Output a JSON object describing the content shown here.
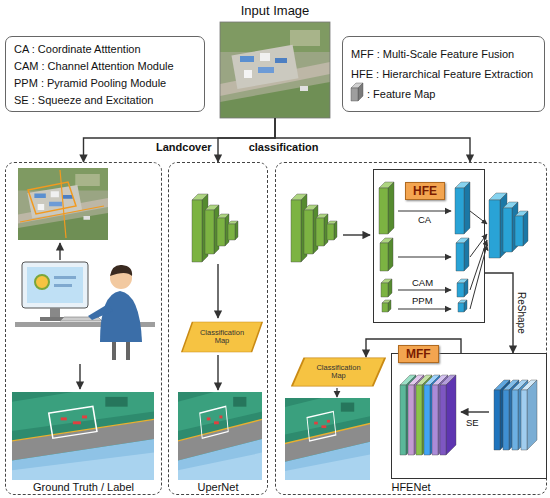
{
  "diagram": {
    "nodes": [
      {
        "text": [
          "CA : Coordinate Atttention",
          "CAM : Channel Attention Module",
          "PPM : Pyramid Pooling Module",
          "SE : Squeeze and Excitation"
        ]
      },
      {
        "text": [
          "Input Image"
        ]
      },
      {
        "text": [
          "MFF : Multi-Scale Feature Fusion",
          "HFE : Hierarchical Feature Extraction",
          ": Feature Map"
        ]
      },
      {
        "text": [
          "Ground Truth / Label"
        ]
      },
      {
        "text": [
          "UperNet"
        ]
      },
      {
        "text": [
          "HFENet"
        ]
      },
      {
        "text": [
          "Classification Map"
        ],
        "in": 4
      },
      {
        "text": [
          "HFE"
        ],
        "in": 5
      },
      {
        "text": [
          "MFF"
        ],
        "in": 5
      },
      {
        "text": [
          "Classification Map"
        ],
        "in": 5
      }
    ],
    "edges": [
      {
        "from": 1,
        "to": 3,
        "arrow": "to"
      },
      {
        "from": 1,
        "to": 4,
        "arrow": "to"
      },
      {
        "from": 1,
        "to": 5,
        "arrow": "to"
      },
      {
        "from": 7,
        "to": 8,
        "label": "ReShape",
        "arrow": "to"
      },
      {
        "from": 8,
        "to": 9,
        "arrow": "to"
      }
    ],
    "labels": [
      "Landcover classification",
      "CA",
      "CAM",
      "PPM",
      "SE"
    ]
  }
}
